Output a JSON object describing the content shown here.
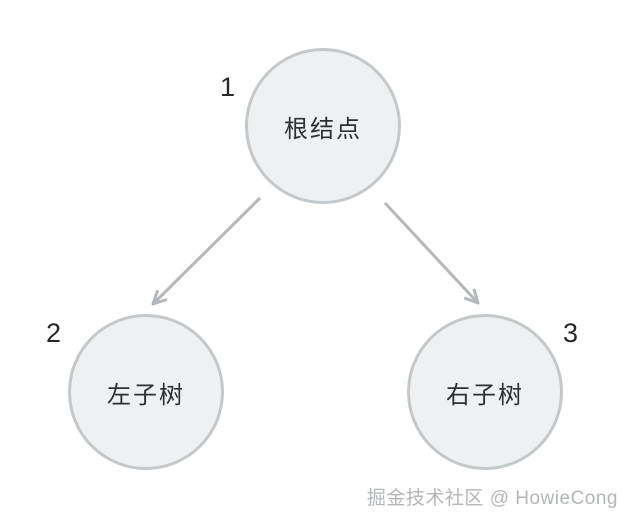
{
  "diagram": {
    "type": "binary-tree",
    "nodes": {
      "root": {
        "label": "根结点",
        "number": "1"
      },
      "left": {
        "label": "左子树",
        "number": "2"
      },
      "right": {
        "label": "右子树",
        "number": "3"
      }
    },
    "edges": [
      {
        "from": "root",
        "to": "left"
      },
      {
        "from": "root",
        "to": "right"
      }
    ]
  },
  "watermark": {
    "text": "掘金技术社区 @ HowieCong"
  },
  "colors": {
    "background": "#ffffff",
    "node_fill": "#eef0f1",
    "node_border": "#c5c8cb",
    "node_text": "#2c3034",
    "number_text": "#24282c",
    "arrow": "#b4b8bb",
    "watermark_text": "#b3b6b8"
  }
}
